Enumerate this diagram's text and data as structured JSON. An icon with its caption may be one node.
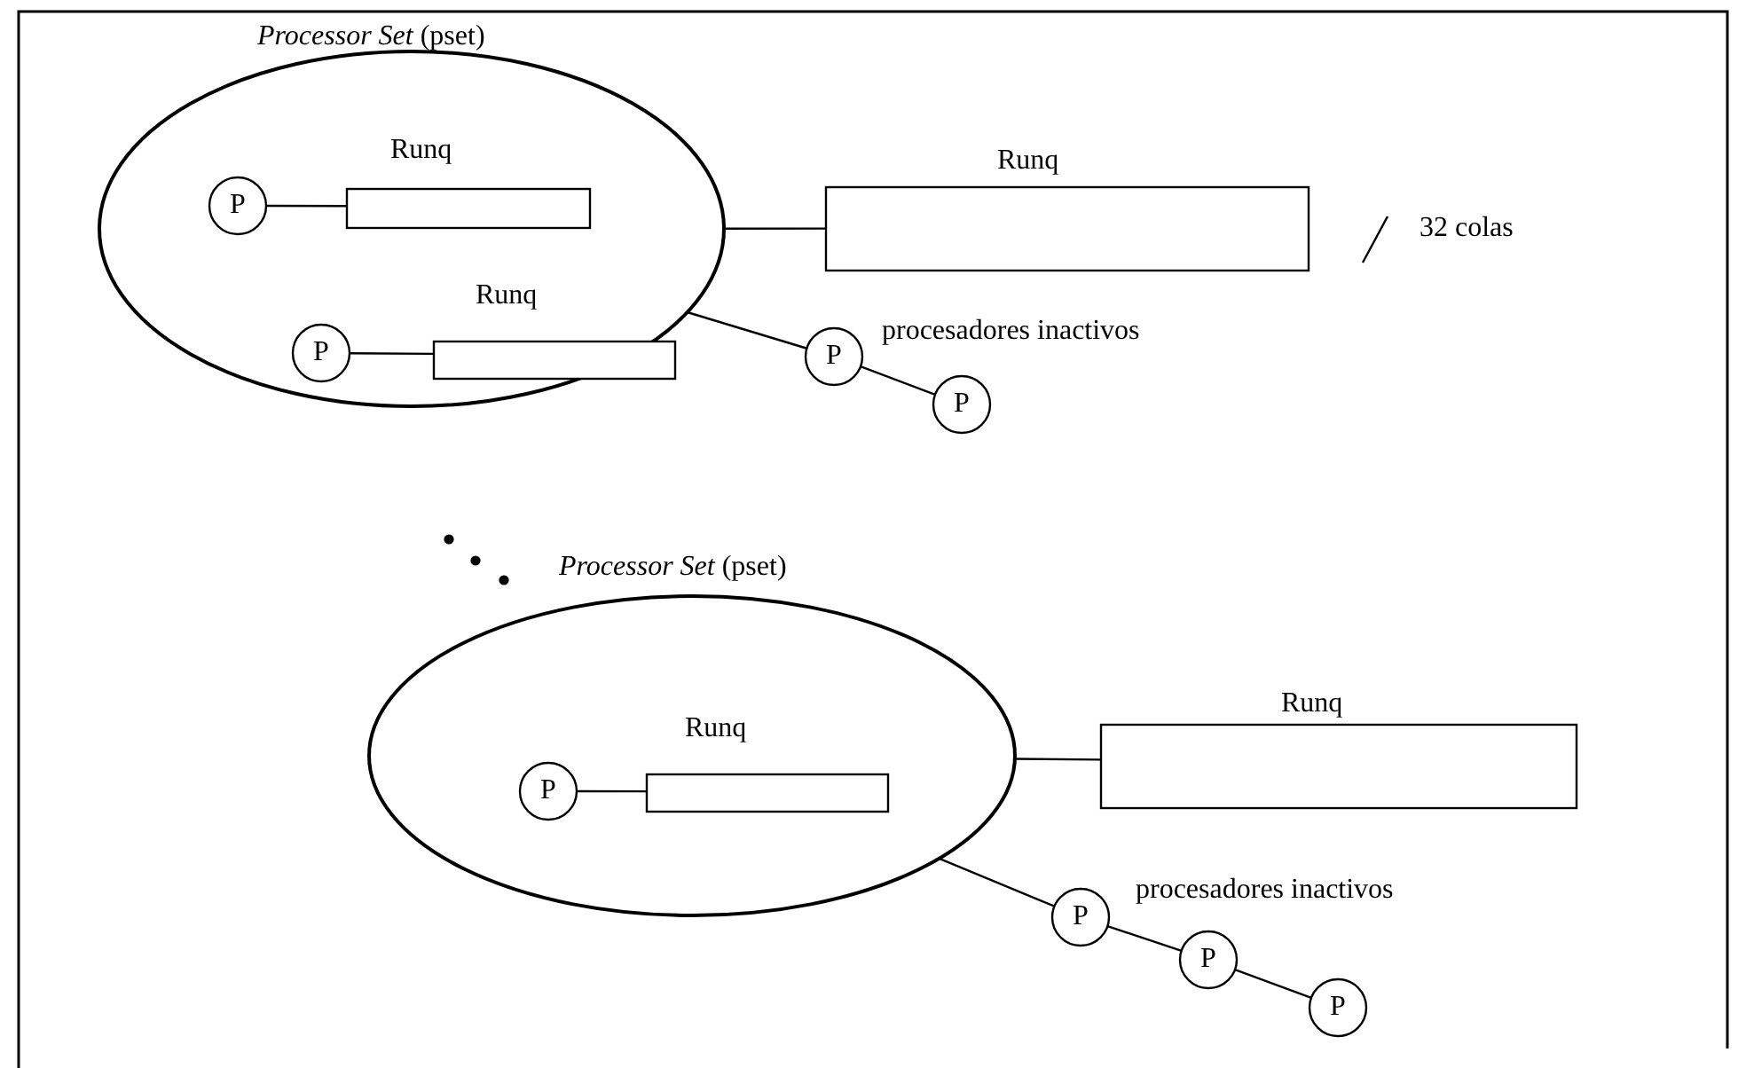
{
  "diagram": {
    "nodes": [
      {
        "text": [
          "*Processor Set* (pset)"
        ]
      },
      {
        "text": [
          "P"
        ],
        "in": 0
      },
      {
        "text": [
          "Runq"
        ],
        "in": 0
      },
      {
        "text": [
          "P"
        ],
        "in": 0
      },
      {
        "text": [
          "Runq"
        ],
        "in": 0
      },
      {
        "text": [
          "Runq"
        ]
      },
      {
        "text": [
          "P"
        ],
        "beside": [
          "procesadores inactivos"
        ]
      },
      {
        "text": [
          "P"
        ]
      },
      {
        "text": [
          "*Processor Set* (pset)"
        ]
      },
      {
        "text": [
          "P"
        ],
        "in": 8
      },
      {
        "text": [
          "Runq"
        ],
        "in": 8
      },
      {
        "text": [
          "Runq"
        ]
      },
      {
        "text": [
          "P"
        ],
        "beside": [
          "procesadores inactivos"
        ]
      },
      {
        "text": [
          "P"
        ]
      },
      {
        "text": [
          "P"
        ]
      }
    ],
    "edges": [
      {
        "from": 1,
        "to": 2,
        "arrow": "none"
      },
      {
        "from": 3,
        "to": 4,
        "arrow": "none"
      },
      {
        "from": 0,
        "to": 5,
        "arrow": "none"
      },
      {
        "from": 0,
        "to": 6,
        "arrow": "none"
      },
      {
        "from": 6,
        "to": 7,
        "arrow": "none"
      },
      {
        "from": 9,
        "to": 10,
        "arrow": "none"
      },
      {
        "from": 8,
        "to": 11,
        "arrow": "none"
      },
      {
        "from": 8,
        "to": 12,
        "arrow": "none"
      },
      {
        "from": 12,
        "to": 13,
        "arrow": "none"
      },
      {
        "from": 13,
        "to": 14,
        "arrow": "none"
      }
    ],
    "labels": [
      "32 colas"
    ]
  }
}
